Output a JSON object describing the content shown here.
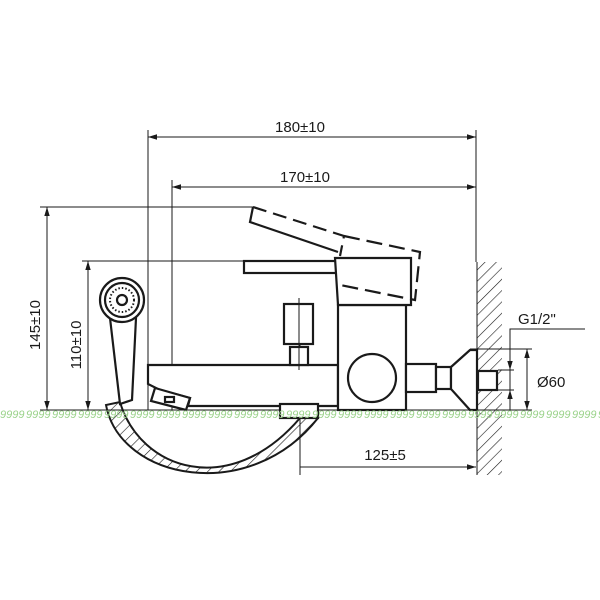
{
  "drawing": {
    "dimensions": {
      "overall_length": "180±10",
      "spout_length": "170±10",
      "overall_height": "145±10",
      "lever_height": "110±10",
      "wall_to_outlet": "125±5",
      "flange_diameter": "Ø60",
      "thread": "G1/2\""
    },
    "watermark": "9999"
  }
}
